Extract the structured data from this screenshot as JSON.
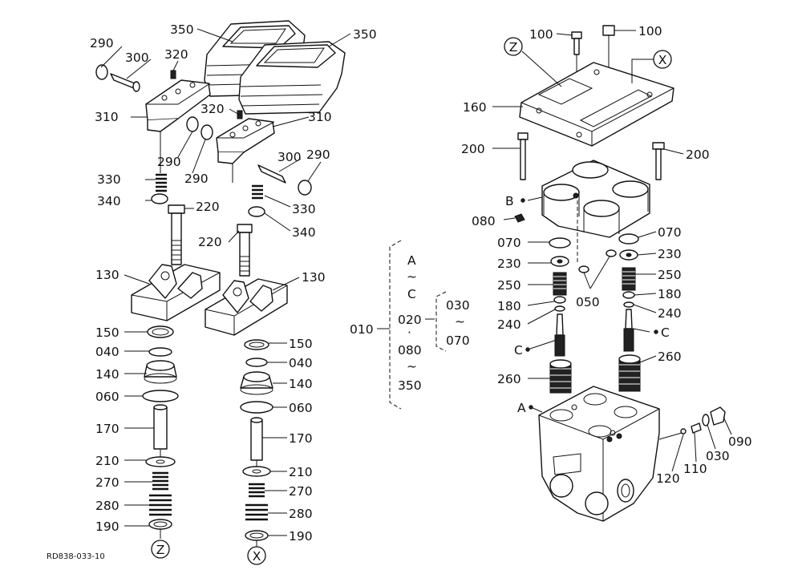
{
  "drawing": {
    "code": "RD838-033-10",
    "views": {
      "z": "Z",
      "x": "X"
    }
  },
  "callouts": [
    {
      "id": "350a",
      "text": "350"
    },
    {
      "id": "350b",
      "text": "350"
    },
    {
      "id": "290a",
      "text": "290"
    },
    {
      "id": "300a",
      "text": "300"
    },
    {
      "id": "320a",
      "text": "320"
    },
    {
      "id": "310a",
      "text": "310"
    },
    {
      "id": "320b",
      "text": "320"
    },
    {
      "id": "310b",
      "text": "310"
    },
    {
      "id": "290b",
      "text": "290"
    },
    {
      "id": "290c",
      "text": "290"
    },
    {
      "id": "300b",
      "text": "300"
    },
    {
      "id": "290d",
      "text": "290"
    },
    {
      "id": "330a",
      "text": "330"
    },
    {
      "id": "340a",
      "text": "340"
    },
    {
      "id": "220a",
      "text": "220"
    },
    {
      "id": "330b",
      "text": "330"
    },
    {
      "id": "340b",
      "text": "340"
    },
    {
      "id": "220b",
      "text": "220"
    },
    {
      "id": "130a",
      "text": "130"
    },
    {
      "id": "130b",
      "text": "130"
    },
    {
      "id": "150a",
      "text": "150"
    },
    {
      "id": "040a",
      "text": "040"
    },
    {
      "id": "140a",
      "text": "140"
    },
    {
      "id": "060a",
      "text": "060"
    },
    {
      "id": "170a",
      "text": "170"
    },
    {
      "id": "210a",
      "text": "210"
    },
    {
      "id": "270a",
      "text": "270"
    },
    {
      "id": "280a",
      "text": "280"
    },
    {
      "id": "190a",
      "text": "190"
    },
    {
      "id": "150b",
      "text": "150"
    },
    {
      "id": "040b",
      "text": "040"
    },
    {
      "id": "140b",
      "text": "140"
    },
    {
      "id": "060b",
      "text": "060"
    },
    {
      "id": "170b",
      "text": "170"
    },
    {
      "id": "210b",
      "text": "210"
    },
    {
      "id": "270b",
      "text": "270"
    },
    {
      "id": "280b",
      "text": "280"
    },
    {
      "id": "190b",
      "text": "190"
    },
    {
      "id": "100a",
      "text": "100"
    },
    {
      "id": "100b",
      "text": "100"
    },
    {
      "id": "160",
      "text": "160"
    },
    {
      "id": "200a",
      "text": "200"
    },
    {
      "id": "200b",
      "text": "200"
    },
    {
      "id": "Bref",
      "text": "B"
    },
    {
      "id": "080",
      "text": "080"
    },
    {
      "id": "070a",
      "text": "070"
    },
    {
      "id": "070b",
      "text": "070"
    },
    {
      "id": "230a",
      "text": "230"
    },
    {
      "id": "230b",
      "text": "230"
    },
    {
      "id": "250a",
      "text": "250"
    },
    {
      "id": "250b",
      "text": "250"
    },
    {
      "id": "180a",
      "text": "180"
    },
    {
      "id": "180b",
      "text": "180"
    },
    {
      "id": "050",
      "text": "050"
    },
    {
      "id": "240a",
      "text": "240"
    },
    {
      "id": "240b",
      "text": "240"
    },
    {
      "id": "Ca",
      "text": "C"
    },
    {
      "id": "Cb",
      "text": "C"
    },
    {
      "id": "260a",
      "text": "260"
    },
    {
      "id": "260b",
      "text": "260"
    },
    {
      "id": "Aref",
      "text": "A"
    },
    {
      "id": "120",
      "text": "120"
    },
    {
      "id": "110",
      "text": "110"
    },
    {
      "id": "030",
      "text": "030"
    },
    {
      "id": "090",
      "text": "090"
    }
  ],
  "assembly_key": {
    "main": "010",
    "range1_from": "A",
    "range1_to": "C",
    "tilde": "~",
    "item_020": "020",
    "dot": "·",
    "range2_from": "080",
    "range2_to": "350",
    "sub_from": "030",
    "sub_to": "070"
  }
}
